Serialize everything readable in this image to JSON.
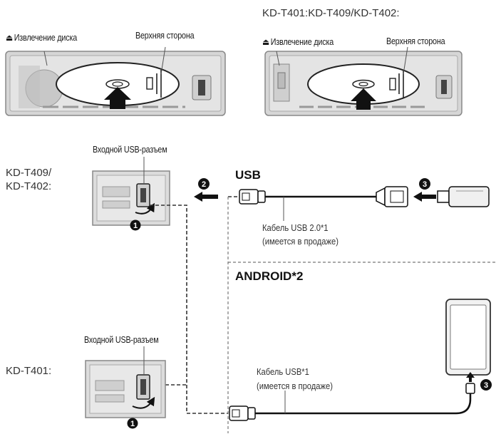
{
  "top": {
    "left_eject_label": "Извлечение диска",
    "left_top_side_label": "Верхняя сторона",
    "right_model_label": "KD-T401:KD-T409/KD-T402:",
    "right_eject_label": "Извлечение диска",
    "right_top_side_label": "Верхняя сторона",
    "eject_icon": "eject-icon"
  },
  "middle": {
    "usb_input_label": "Входной USB-разъем",
    "model_label_line1": "KD-T409/",
    "model_label_line2": "KD-T402:",
    "usb_heading": "USB",
    "cable_label_line1": "Кабель USB 2.0*1",
    "cable_label_line2": "(имеется в продаже)",
    "step1": "1",
    "step2": "2",
    "step3": "3"
  },
  "bottom": {
    "android_heading": "ANDROID*2",
    "usb_input_label": "Входной USB-разъем",
    "model_label": "KD-T401:",
    "cable_label_line1": "Кабель USB*1",
    "cable_label_line2": "(имеется в продаже)",
    "step1": "1",
    "step3": "3"
  }
}
